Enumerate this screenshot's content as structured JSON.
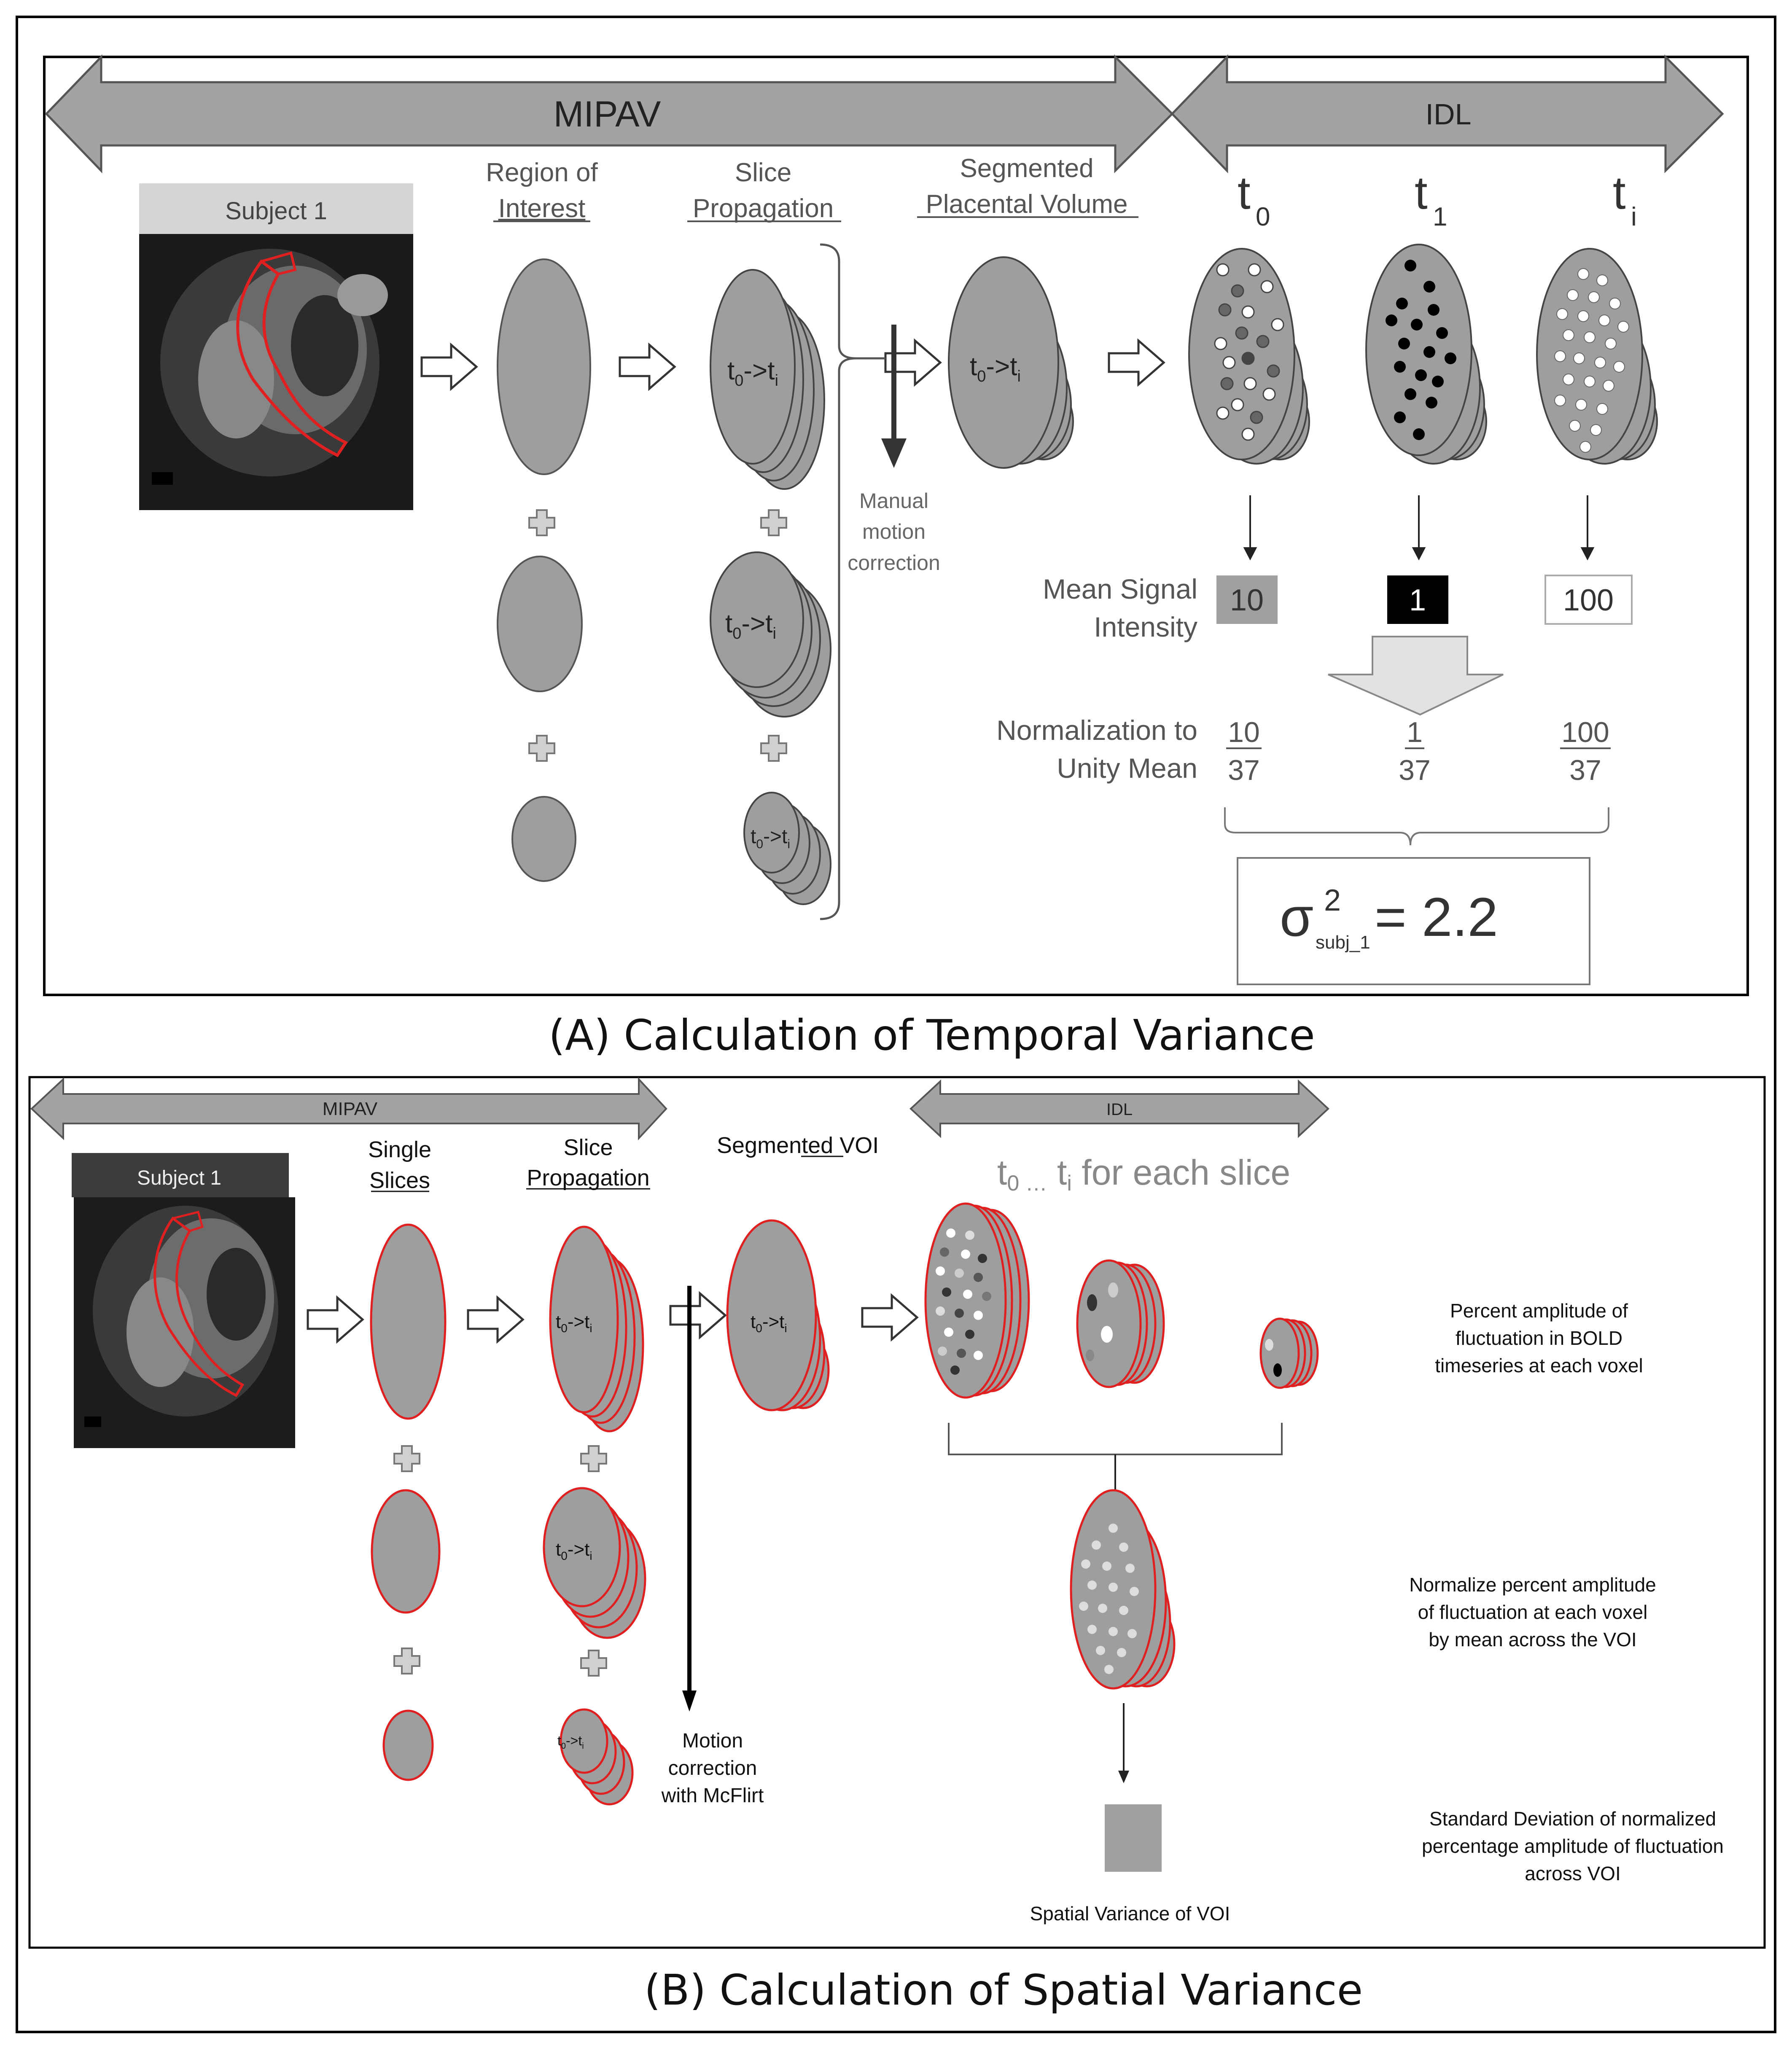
{
  "panel_a": {
    "caption": "(A) Calculation of Temporal Variance",
    "arrow_left_label": "MIPAV",
    "arrow_right_label": "IDL",
    "subject_label": "Subject 1",
    "col_roi_line1": "Region of",
    "col_roi_line2": "Interest",
    "col_slice_line1": "Slice",
    "col_slice_line2": "Propagation",
    "col_seg_line1": "Segmented",
    "col_seg_line2": "Placental Volume",
    "t0_base": "t",
    "t0_sub": "0",
    "t1_base": "t",
    "t1_sub": "1",
    "ti_base": "t",
    "ti_sub": "i",
    "ellipse_text": "t",
    "ellipse_sub0": "0",
    "ellipse_arrow": "->t",
    "ellipse_subi": "i",
    "manual_line1": "Manual",
    "manual_line2": "motion",
    "manual_line3": "correction",
    "msi_line1": "Mean Signal",
    "msi_line2": "Intensity",
    "msi_values": [
      "10",
      "1",
      "100"
    ],
    "norm_line1": "Normalization to",
    "norm_line2": "Unity Mean",
    "norm_numerators": [
      "10",
      "1",
      "100"
    ],
    "norm_denominator": "37",
    "sigma": "σ",
    "sigma_sup": "2",
    "sigma_sub": "subj_1",
    "sigma_value": "= 2.2",
    "plus": "+"
  },
  "panel_b": {
    "caption": "(B) Calculation of Spatial Variance",
    "arrow_left_label": "MIPAV",
    "arrow_right_label": "IDL",
    "subject_label": "Subject 1",
    "col_single_line1": "Single",
    "col_single_line2": "Slices",
    "col_slice_line1": "Slice",
    "col_slice_line2": "Propagation",
    "col_seg_prefix": "Segmented ",
    "col_seg_voi": "VOI",
    "each_slice_base": "t",
    "each_slice_sub0": "0 …",
    "each_slice_mid": " t",
    "each_slice_subi": "i",
    "each_slice_rest": " for each slice",
    "motion_line1": "Motion",
    "motion_line2": "correction",
    "motion_line3": "with McFlirt",
    "desc1": [
      "Percent amplitude of",
      "fluctuation in BOLD",
      "timeseries at each voxel"
    ],
    "desc2": [
      "Normalize percent amplitude",
      "of fluctuation at each voxel",
      "by mean across the VOI"
    ],
    "desc3": [
      "Standard Deviation of normalized",
      "percentage amplitude of fluctuation",
      "across VOI"
    ],
    "spatial_label": "Spatial Variance of VOI"
  },
  "colors": {
    "ellipse_fill": "#9e9e9e",
    "arrow_fill": "#a3a3a3",
    "outline_red": "#e02020",
    "box_gray": "#a0a0a0"
  }
}
